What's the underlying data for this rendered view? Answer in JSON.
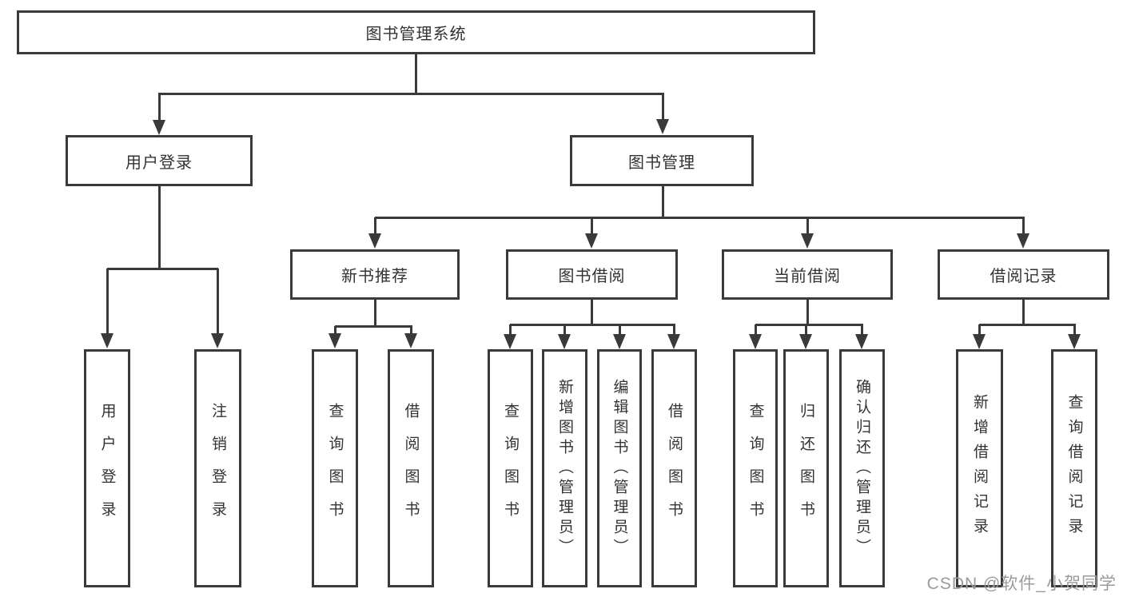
{
  "colors": {
    "background": "#ffffff",
    "box_fill": "#ffffff",
    "line": "#3a3a3a",
    "text": "#333333",
    "watermark": "#9b9b9b"
  },
  "tree": {
    "root": {
      "label": "图书管理系统"
    },
    "level2": [
      {
        "label": "用户登录",
        "leaves": [
          {
            "label": "用户登录"
          },
          {
            "label": "注销登录"
          }
        ]
      },
      {
        "label": "图书管理",
        "groups": [
          {
            "label": "新书推荐",
            "leaves": [
              {
                "label": "查询图书"
              },
              {
                "label": "借阅图书"
              }
            ]
          },
          {
            "label": "图书借阅",
            "leaves": [
              {
                "label": "查询图书"
              },
              {
                "label": "新增图书（管理员）"
              },
              {
                "label": "编辑图书（管理员）"
              },
              {
                "label": "借阅图书"
              }
            ]
          },
          {
            "label": "当前借阅",
            "leaves": [
              {
                "label": "查询图书"
              },
              {
                "label": "归还图书"
              },
              {
                "label": "确认归还（管理员）"
              }
            ]
          },
          {
            "label": "借阅记录",
            "leaves": [
              {
                "label": "新增借阅记录"
              },
              {
                "label": "查询借阅记录"
              }
            ]
          }
        ]
      }
    ]
  },
  "watermark": "CSDN @软件_小贺同学"
}
